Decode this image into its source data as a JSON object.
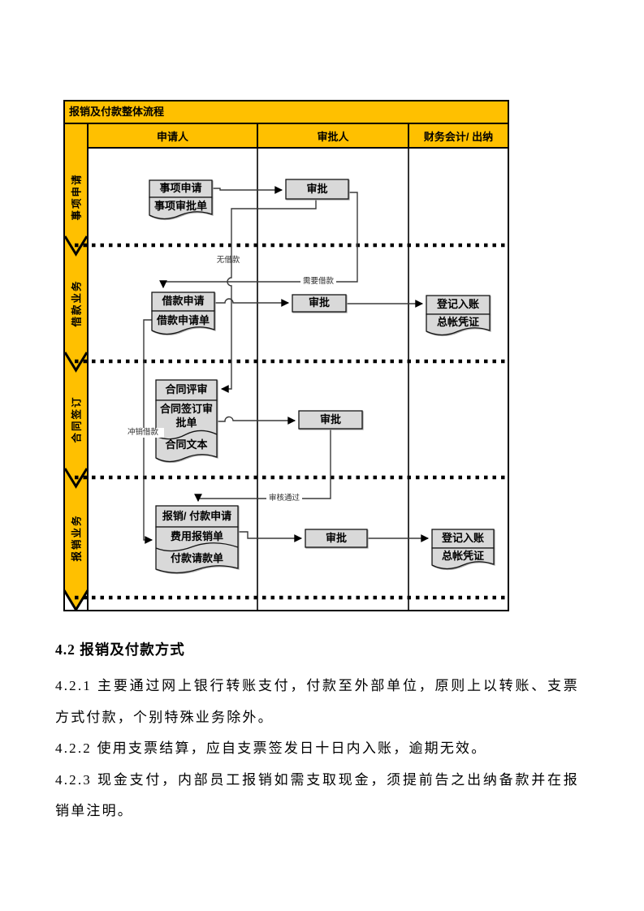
{
  "flowchart": {
    "title": "报销及付款整体流程",
    "columns": [
      "申请人",
      "审批人",
      "财务会计/ 出纳"
    ],
    "lanes": [
      "事项申请",
      "借款业务",
      "合同签订",
      "报销业务"
    ],
    "nodes": {
      "matter_request": "事项申请",
      "matter_doc": "事项审批单",
      "approve_1": "审批",
      "loan_request": "借款申请",
      "loan_doc": "借款申请单",
      "approve_2": "审批",
      "register_2": "登记入账",
      "ledger_2": "总帐凭证",
      "contract_review": "合同评审",
      "contract_sign_doc": "合同签订审批单",
      "contract_text": "合同文本",
      "approve_3": "审批",
      "reimburse_request": "报销/ 付款申请",
      "expense_doc": "费用报销单",
      "payment_doc": "付款请款单",
      "approve_4": "审批",
      "register_4": "登记入账",
      "ledger_4": "总帐凭证"
    },
    "edge_labels": {
      "no_loan": "无借款",
      "need_loan": "需要借款",
      "offset_loan": "冲销借款",
      "approved": "审核通过"
    }
  },
  "body": {
    "heading": "4.2 报销及付款方式",
    "paragraphs": [
      "4.2.1 主要通过网上银行转账支付，付款至外部单位，原则上以转账、支票方式付款，个别特殊业务除外。",
      "4.2.2 使用支票结算，应自支票签发日十日内入账，逾期无效。",
      "4.2.3 现金支付，内部员工报销如需支取现金，须提前告之出纳备款并在报销单注明。"
    ]
  },
  "colors": {
    "lane_yellow": "#FFC000",
    "node_fill": "#D9D9D9"
  }
}
